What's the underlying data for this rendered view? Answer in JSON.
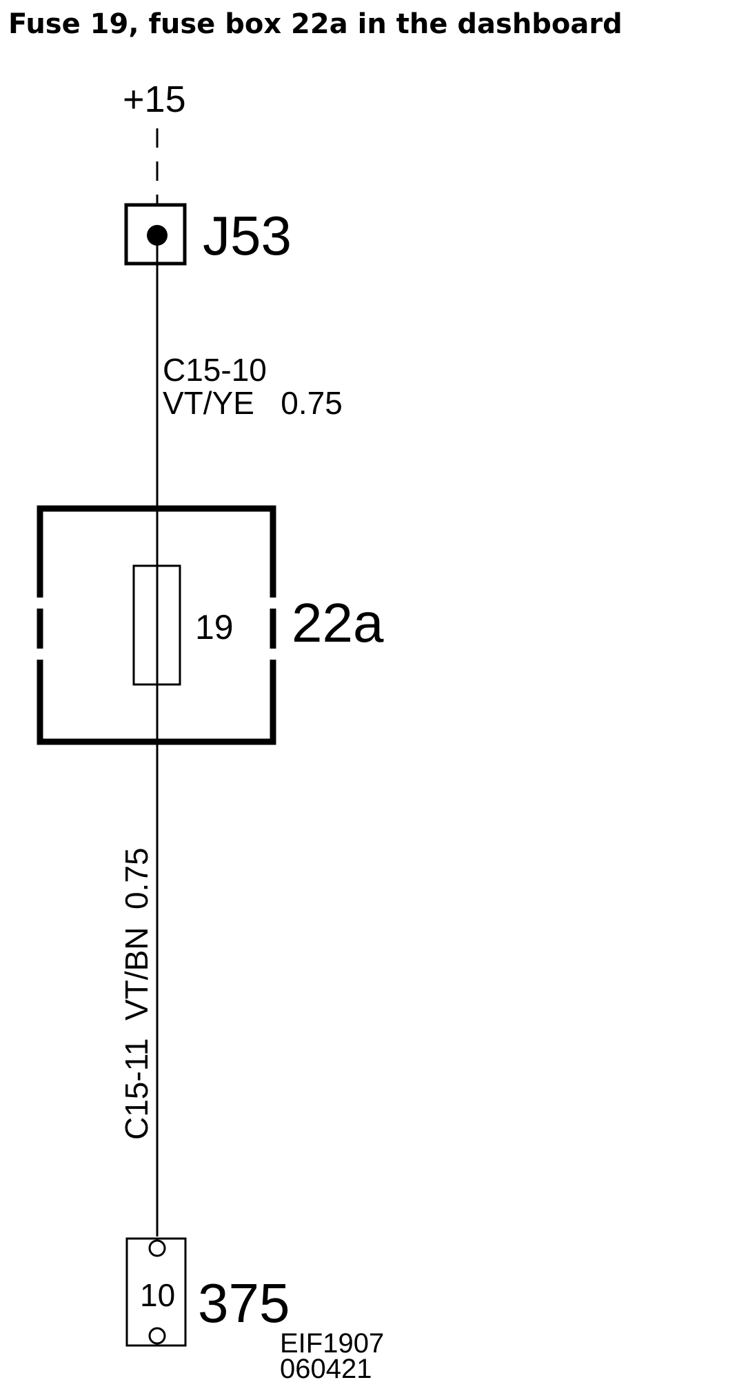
{
  "title": "Fuse 19, fuse box 22a in the dashboard",
  "supply": {
    "label": "+15"
  },
  "junction": {
    "label": "J53"
  },
  "wire_upper": {
    "connector": "C15-10",
    "spec": "VT/YE   0.75"
  },
  "fuse_box": {
    "label": "22a",
    "fuse_number": "19"
  },
  "wire_lower": {
    "text": "C15-11  VT/BN  0.75"
  },
  "connector": {
    "pin": "10",
    "label": "375"
  },
  "footer": {
    "ref": "EIF1907",
    "date": "060421"
  },
  "colors": {
    "line": "#000000",
    "background": "#ffffff"
  }
}
